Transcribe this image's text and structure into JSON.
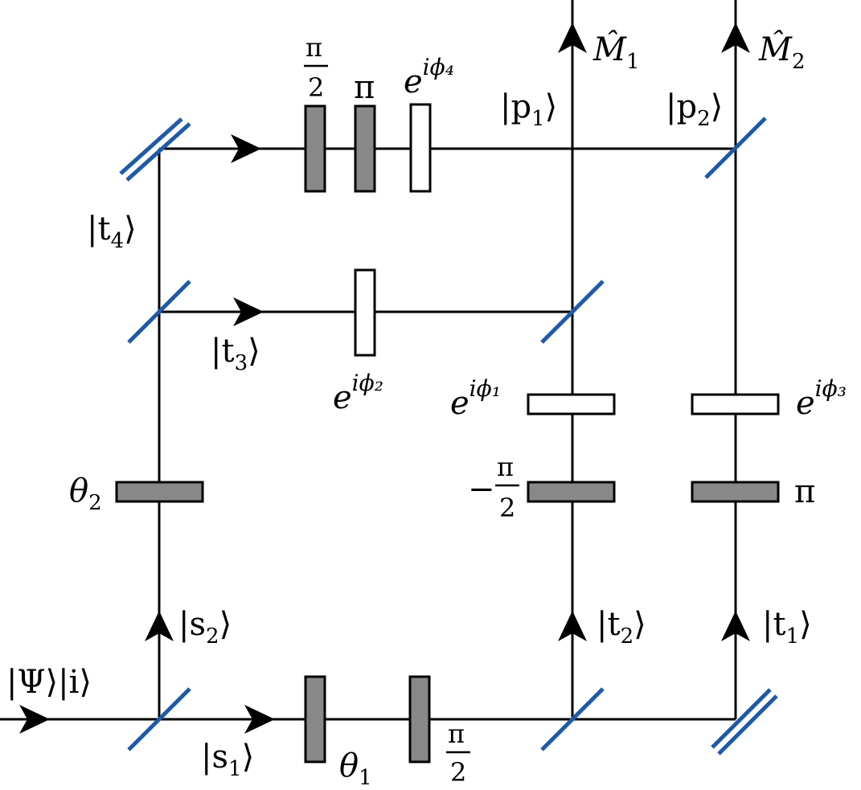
{
  "diagram": {
    "colors": {
      "beam": "#000000",
      "mirror": "#1f5aa6",
      "dark_plate": "#888888",
      "light_plate": "#ffffff"
    },
    "labels": {
      "input_state": "|Ψ⟩|i⟩",
      "s1": "|s",
      "s1_sub": "1",
      "s2": "|s",
      "s2_sub": "2",
      "t1": "|t",
      "t1_sub": "1",
      "t2": "|t",
      "t2_sub": "2",
      "t3": "|t",
      "t3_sub": "3",
      "t4": "|t",
      "t4_sub": "4",
      "p1": "|p",
      "p1_sub": "1",
      "p2": "|p",
      "p2_sub": "2",
      "ket_close": "⟩",
      "m1": "M̂",
      "m1_sub": "1",
      "m2": "M̂",
      "m2_sub": "2",
      "theta1": "θ",
      "theta1_sub": "1",
      "theta2": "θ",
      "theta2_sub": "2",
      "phase_e": "e",
      "phi1_sup": "iϕ₁",
      "phi2_sup": "iϕ₂",
      "phi3_sup": "iϕ₃",
      "phi4_sup": "iϕ₄",
      "pi": "π",
      "pi_over_num": "π",
      "pi_over_den": "2",
      "minus": "−"
    }
  }
}
